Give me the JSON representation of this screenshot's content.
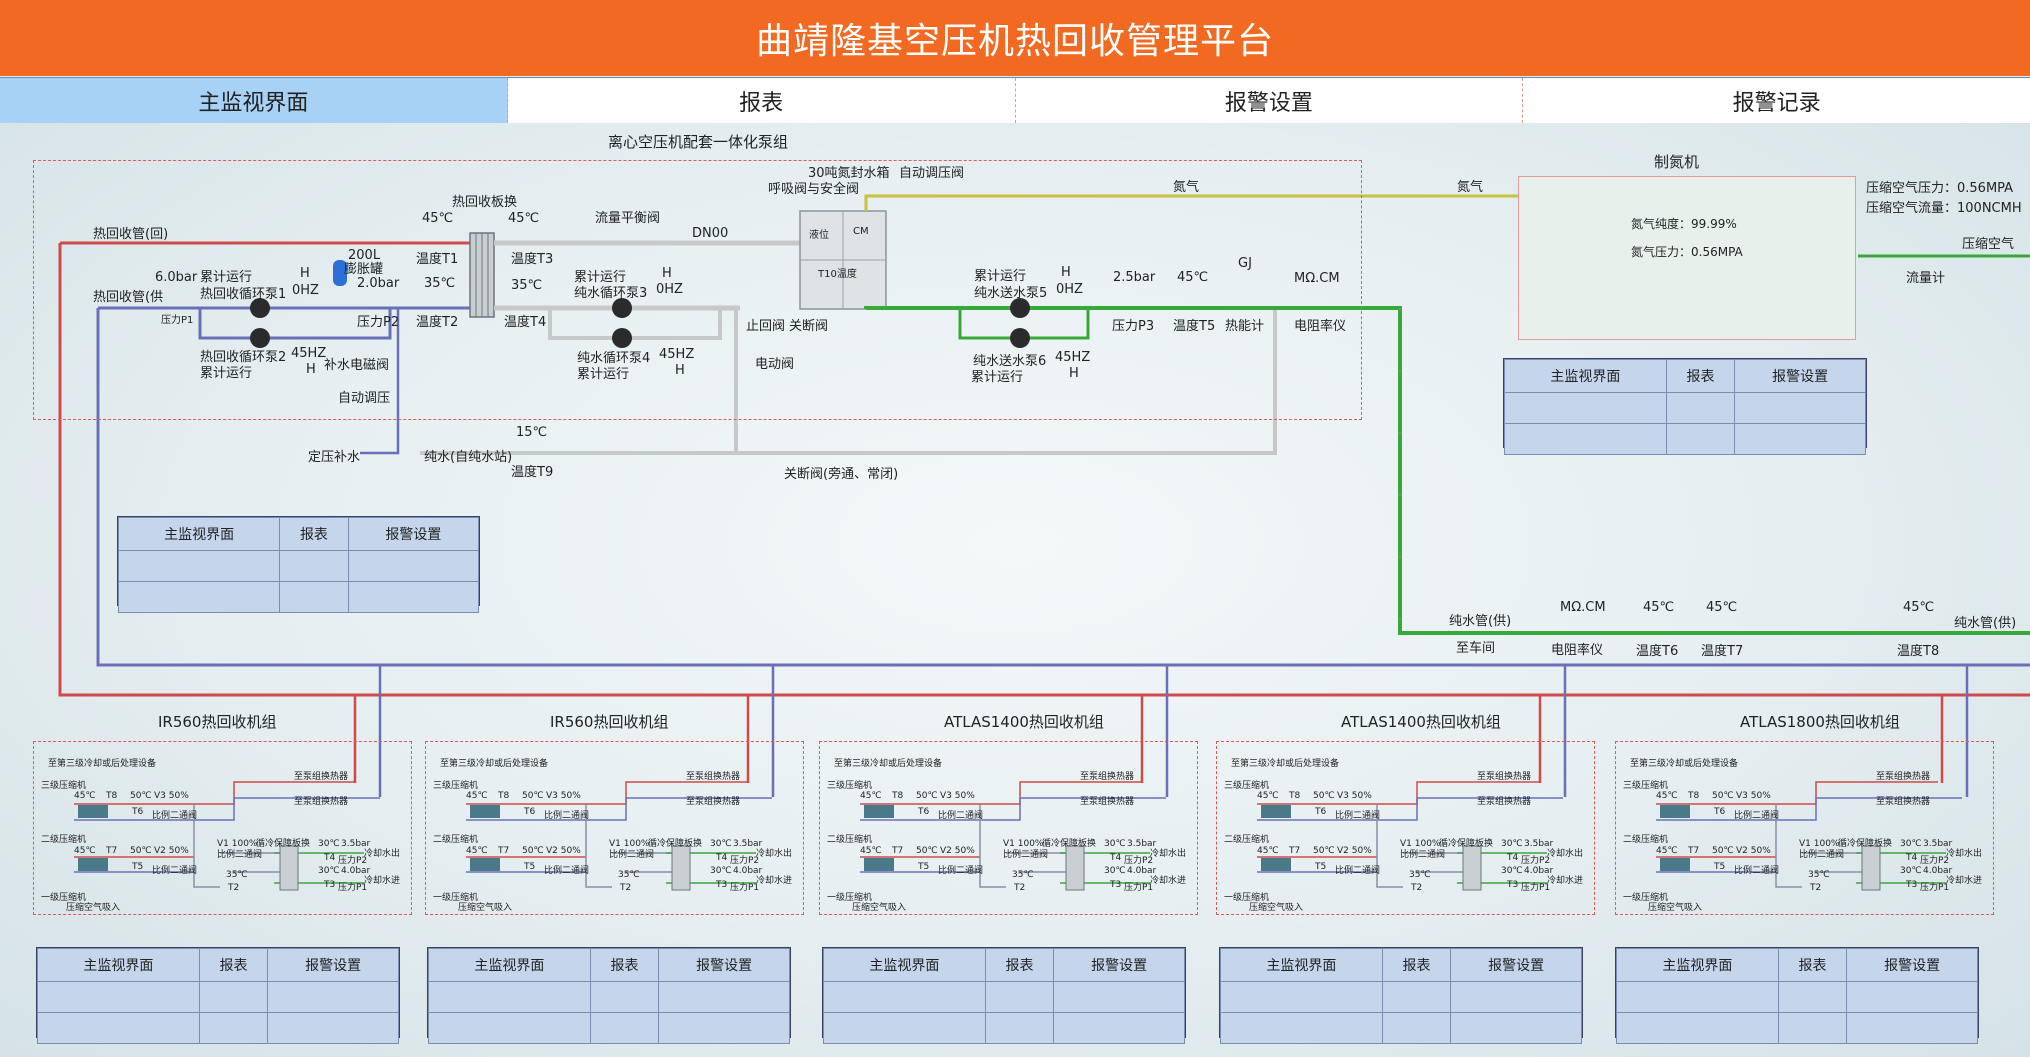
{
  "header": {
    "title": "曲靖隆基空压机热回收管理平台"
  },
  "nav": {
    "tabs": [
      "主监视界面",
      "报表",
      "报警设置",
      "报警记录"
    ],
    "active": 0
  },
  "mini_table": {
    "headers": [
      "主监视界面",
      "报表",
      "报警设置"
    ]
  },
  "pump_group": {
    "title": "离心空压机配套一体化泵组",
    "heat_pipe_return": "热回收管(回)",
    "heat_pipe_supply": "热回收管(供",
    "pressure_p1_value": "6.0bar",
    "pressure_p1": "压力P1",
    "pump1_run": "累计运行",
    "pump1_name": "热回收循环泵1",
    "pump1_h": "H",
    "pump1_hz": "0HZ",
    "pump2_name": "热回收循环泵2",
    "pump2_run": "累计运行",
    "pump2_hz": "45HZ",
    "pump2_h": "H",
    "tank_volume": "200L",
    "tank_name": "膨胀罐",
    "pressure_p2_value": "2.0bar",
    "pressure_p2": "压力P2",
    "makeup_valve": "补水电磁阀",
    "auto_pressure": "自动调压",
    "fixed_makeup": "定压补水",
    "plate_hx": "热回收板换",
    "t1_value": "45℃",
    "t1": "温度T1",
    "t2_value": "35℃",
    "t2": "温度T2",
    "t3_value": "45℃",
    "t3": "温度T3",
    "t4_value": "35℃",
    "t4": "温度T4",
    "pump3_run": "累计运行",
    "pump3_name": "纯水循环泵3",
    "pump3_h": "H",
    "pump3_hz": "0HZ",
    "pump4_name": "纯水循环泵4",
    "pump4_run": "累计运行",
    "pump4_hz": "45HZ",
    "pump4_h": "H",
    "balance_valve": "流量平衡阀",
    "dn": "DN00",
    "tank_title": "30吨氮封水箱",
    "breath_valve": "呼吸阀与安全阀",
    "auto_reg_valve": "自动调压阀",
    "level": "液位",
    "cm": "CM",
    "t10": "T10温度",
    "check_valve": "止回阀",
    "shutoff_valve": "关断阀",
    "motor_valve": "电动阀",
    "pure_water": "纯水(自纯水站)",
    "t9_value": "15℃",
    "t9": "温度T9",
    "bypass_valve": "关断阀(旁通、常闭)",
    "pump5_run": "累计运行",
    "pump5_name": "纯水送水泵5",
    "pump5_h": "H",
    "pump5_hz": "0HZ",
    "pump6_name": "纯水送水泵6",
    "pump6_run": "累计运行",
    "pump6_hz": "45HZ",
    "pump6_h": "H",
    "p3_value": "2.5bar",
    "p3": "压力P3",
    "t5_value": "45℃",
    "t5": "温度T5",
    "gj": "GJ",
    "heat_meter": "热能计",
    "mcm": "MΩ.CM",
    "resistivity": "电阻率仪"
  },
  "nitrogen": {
    "label1": "氮气",
    "label2": "氮气",
    "title": "制氮机",
    "purity": "氮气纯度：99.99%",
    "pressure": "氮气压力：0.56MPA",
    "air_pressure": "压缩空气压力：0.56MPA",
    "air_flow": "压缩空气流量：100NCMH",
    "air": "压缩空气",
    "flow_meter": "流量计"
  },
  "pure_supply": {
    "label": "纯水管(供)",
    "to_workshop": "至车间",
    "mcm": "MΩ.CM",
    "resistivity": "电阻率仪",
    "t6_value": "45℃",
    "t6": "温度T6",
    "t7_value": "45℃",
    "t7": "温度T7",
    "t8_value": "45℃",
    "t8": "温度T8",
    "end_label": "纯水管(供)"
  },
  "units_common": {
    "stage3": "至第三级冷却或后处理设备",
    "to_hx1": "至泵组换热器",
    "to_hx2": "至泵组换热器",
    "comp3": "三级压缩机",
    "comp2": "二级压缩机",
    "comp1": "一级压缩机",
    "air_in": "压缩空气吸入",
    "r1_temp": "45℃",
    "r1_t": "T8",
    "r1_temp2": "50℃",
    "r1_v": "V3 50%",
    "r1_t2": "T6",
    "r1_ratio": "比例二通阀",
    "r2_temp": "45℃",
    "r2_t": "T7",
    "r2_temp2": "50℃",
    "r2_v": "V2 50%",
    "r2_t2": "T5",
    "r2_ratio": "比例二通阀",
    "v1": "V1 100%",
    "v1_sub": "比例二通阀",
    "hx_label": "循冷保障板换",
    "temp_35": "35℃",
    "t2": "T2",
    "out_temp": "30℃",
    "out_p": "3.5bar",
    "t4": "T4",
    "p2": "压力P2",
    "in_temp": "30℃",
    "in_p": "4.0bar",
    "t3": "T3",
    "p1": "压力P1",
    "cool_out": "冷却水出",
    "cool_in": "冷却水进"
  },
  "units": [
    {
      "title": "IR560热回收机组"
    },
    {
      "title": "IR560热回收机组"
    },
    {
      "title": "ATLAS1400热回收机组"
    },
    {
      "title": "ATLAS1400热回收机组"
    },
    {
      "title": "ATLAS1800热回收机组"
    }
  ]
}
